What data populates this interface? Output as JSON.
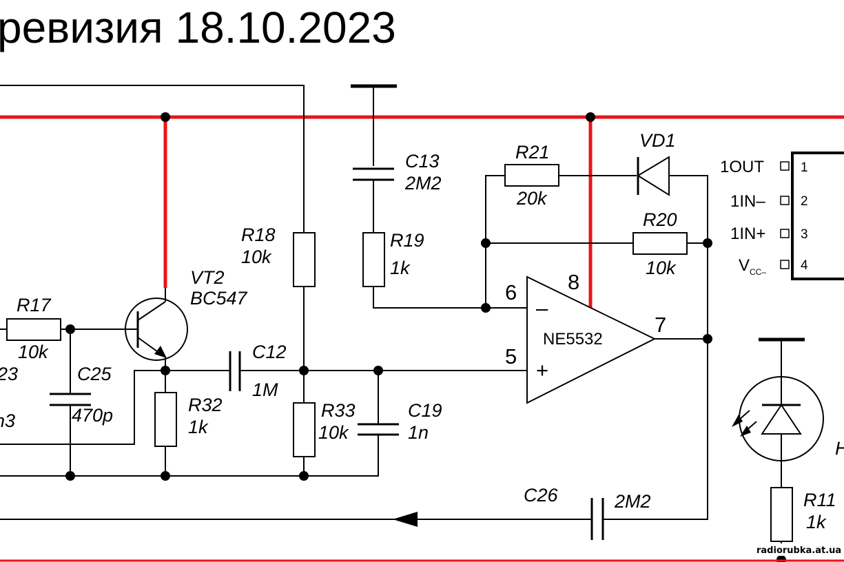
{
  "title": "ревизия 18.10.2023",
  "watermark": "radiorubka.at.ua",
  "colors": {
    "rail": "#e8141a",
    "wire": "#000000",
    "background": "#ffffff"
  },
  "components": {
    "R17": {
      "ref": "R17",
      "value": "10k"
    },
    "R18": {
      "ref": "R18",
      "value": "10k"
    },
    "R19": {
      "ref": "R19",
      "value": "1k"
    },
    "R20": {
      "ref": "R20",
      "value": "10k"
    },
    "R21": {
      "ref": "R21",
      "value": "20k"
    },
    "R32": {
      "ref": "R32",
      "value": "1k"
    },
    "R33": {
      "ref": "R33",
      "value": "10k"
    },
    "R11": {
      "ref": "R11",
      "value": "1k"
    },
    "C12": {
      "ref": "C12",
      "value": "1M"
    },
    "C13": {
      "ref": "C13",
      "value": "2M2"
    },
    "C19": {
      "ref": "C19",
      "value": "1n"
    },
    "C25": {
      "ref": "C25",
      "value": "470p"
    },
    "C26": {
      "ref": "C26",
      "value": "2M2"
    },
    "VD1": {
      "ref": "VD1"
    },
    "VT2": {
      "ref": "VT2",
      "part": "BC547"
    },
    "U1": {
      "part": "NE5532",
      "pins": {
        "inv": "6",
        "noninv": "5",
        "out": "7",
        "vcc": "8",
        "minus": "–",
        "plus": "+"
      }
    }
  },
  "cut_labels": {
    "left_value_a": "23",
    "left_value_b": "n3",
    "right_ref": "H"
  },
  "ic_pinout": {
    "pins": [
      {
        "label": "1OUT",
        "num": "1"
      },
      {
        "label": "1IN–",
        "num": "2"
      },
      {
        "label": "1IN+",
        "num": "3"
      },
      {
        "label": "V",
        "sub": "CC–",
        "num": "4"
      }
    ]
  }
}
